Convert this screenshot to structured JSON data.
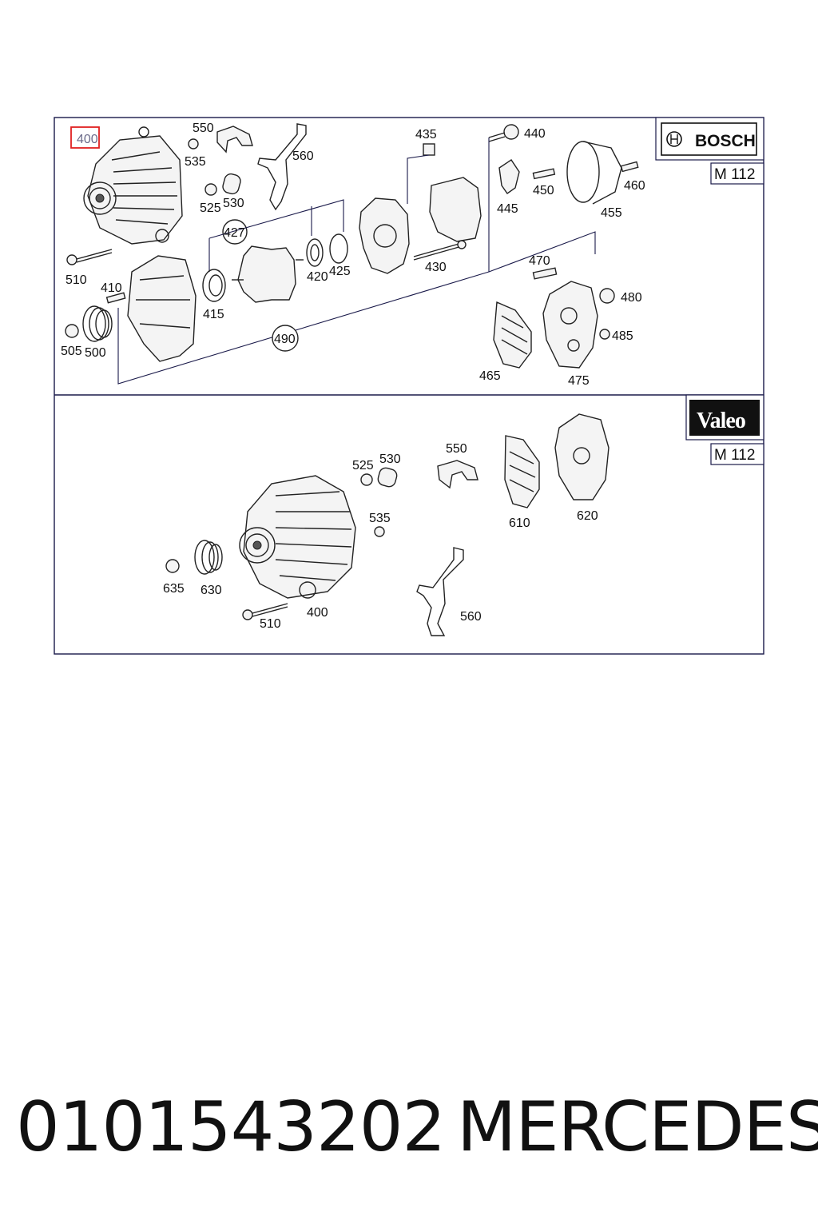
{
  "panel_top": {
    "brand_logo": "BOSCH",
    "model_label": "M 112",
    "highlighted_label": "400",
    "labels": {
      "p550": "550",
      "p535": "535",
      "p560": "560",
      "p525": "525",
      "p530": "530",
      "p427": "427",
      "p435": "435",
      "p440": "440",
      "p445": "445",
      "p450": "450",
      "p455": "455",
      "p460": "460",
      "p510": "510",
      "p410": "410",
      "p415": "415",
      "p420": "420",
      "p425": "425",
      "p430": "430",
      "p470": "470",
      "p480": "480",
      "p485": "485",
      "p490": "490",
      "p505": "505",
      "p500": "500",
      "p465": "465",
      "p475": "475"
    }
  },
  "panel_bottom": {
    "brand_logo": "Valeo",
    "model_label": "M 112",
    "labels": {
      "p550": "550",
      "p525": "525",
      "p530": "530",
      "p535": "535",
      "p610": "610",
      "p620": "620",
      "p635": "635",
      "p630": "630",
      "p400": "400",
      "p510": "510",
      "p560": "560"
    }
  },
  "footer": {
    "part_number": "0101543202",
    "brand": "MERCEDES"
  },
  "colors": {
    "frame": "#1a1a4a",
    "highlight": "#e02020",
    "logo_bg": "#111111"
  }
}
